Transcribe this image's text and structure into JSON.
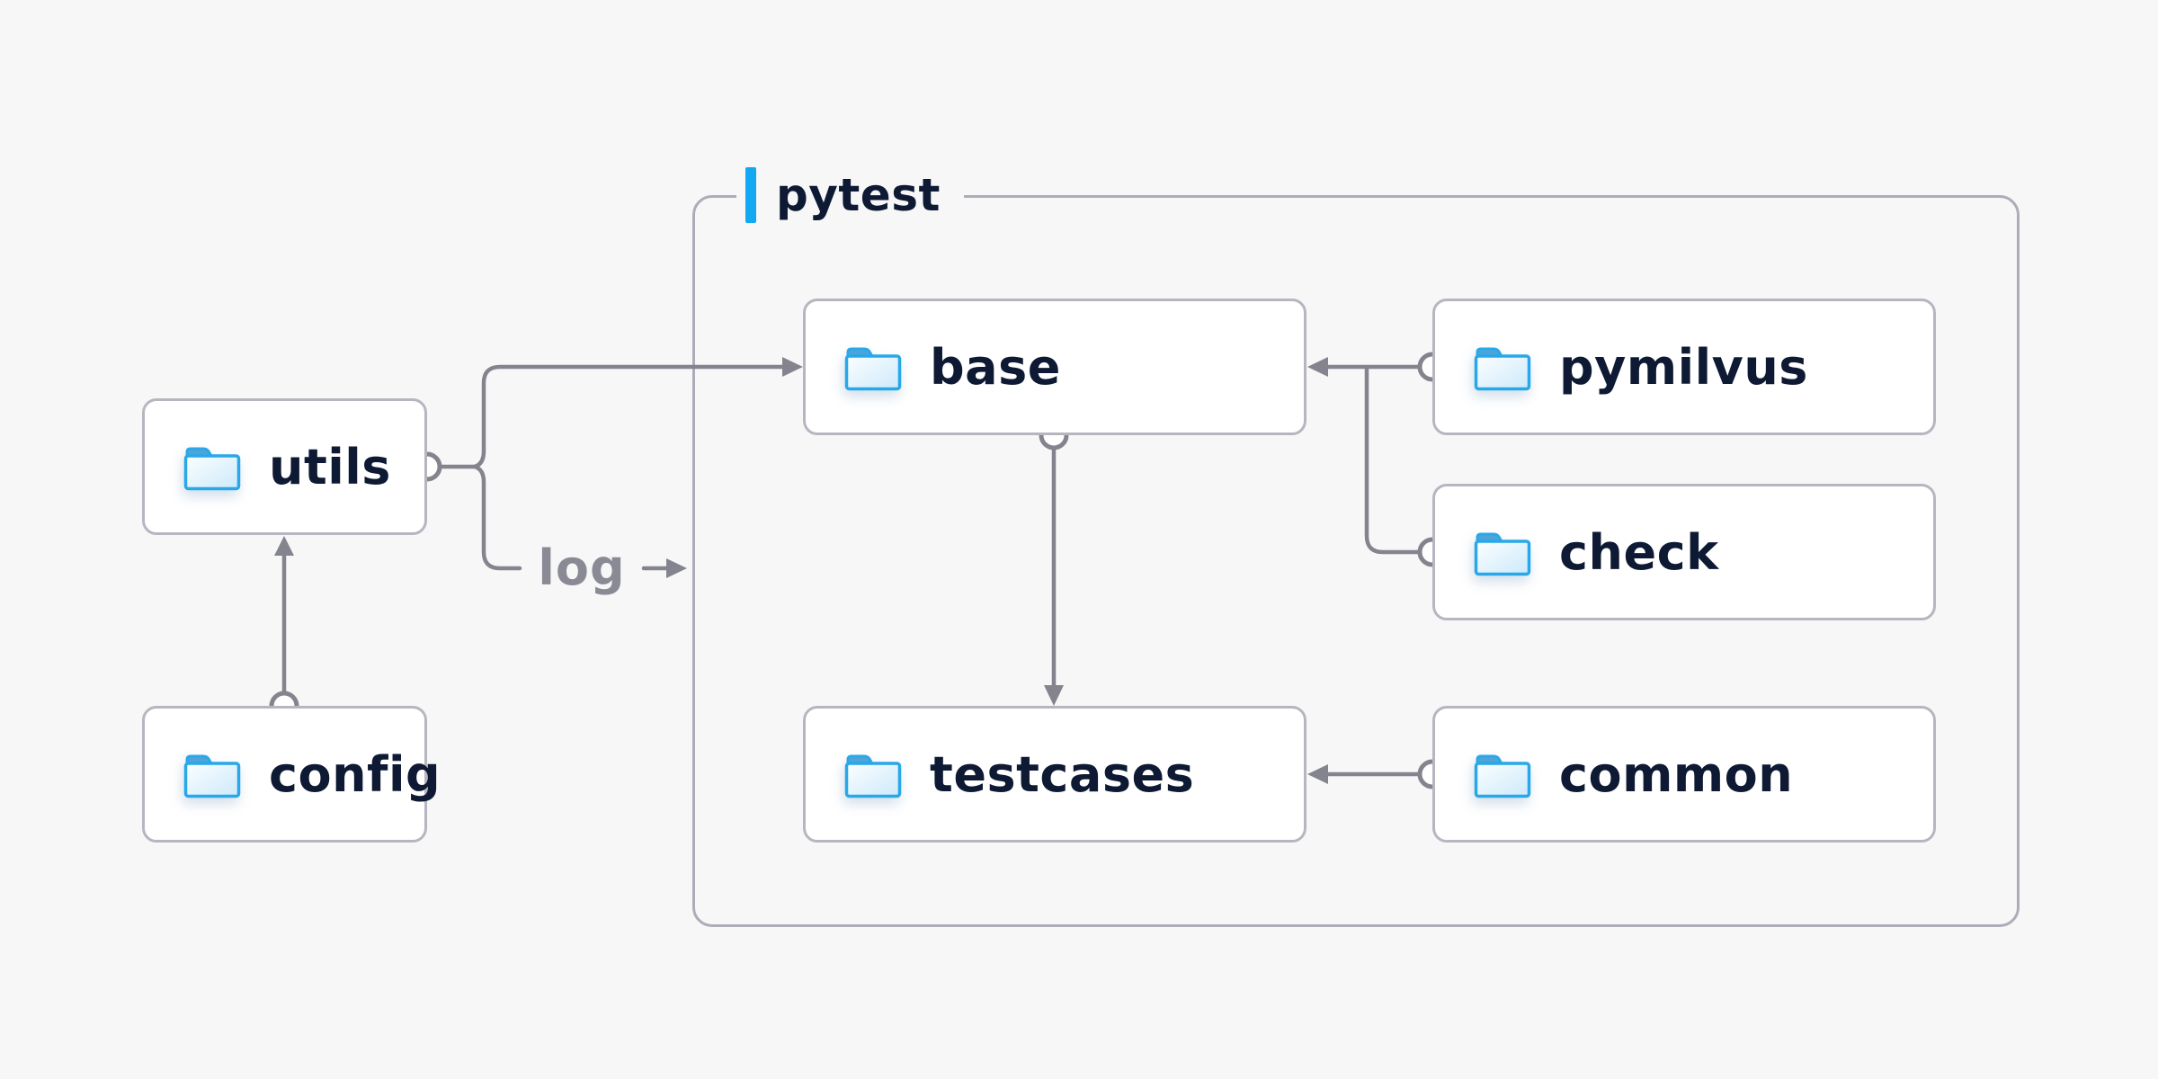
{
  "diagram": {
    "title_group": {
      "label": "pytest"
    },
    "nodes": [
      {
        "id": "utils",
        "label": "utils"
      },
      {
        "id": "config",
        "label": "config"
      },
      {
        "id": "base",
        "label": "base"
      },
      {
        "id": "pymilvus",
        "label": "pymilvus"
      },
      {
        "id": "check",
        "label": "check"
      },
      {
        "id": "testcases",
        "label": "testcases"
      },
      {
        "id": "common",
        "label": "common"
      }
    ],
    "edges": [
      {
        "from": "config",
        "to": "utils"
      },
      {
        "from": "utils",
        "to": "base"
      },
      {
        "from": "utils",
        "to": "log",
        "label": "log"
      },
      {
        "from": "pymilvus",
        "to": "base"
      },
      {
        "from": "check",
        "to": "base"
      },
      {
        "from": "base",
        "to": "testcases"
      },
      {
        "from": "common",
        "to": "testcases"
      }
    ],
    "log_label": "log",
    "colors": {
      "background": "#f7f7f8",
      "accent_blue": "#12a9f2",
      "folder_blue": "#28a8e8",
      "text_navy": "#0e1a33",
      "line_gray": "#84848e",
      "node_border": "#b6b6c0"
    }
  }
}
